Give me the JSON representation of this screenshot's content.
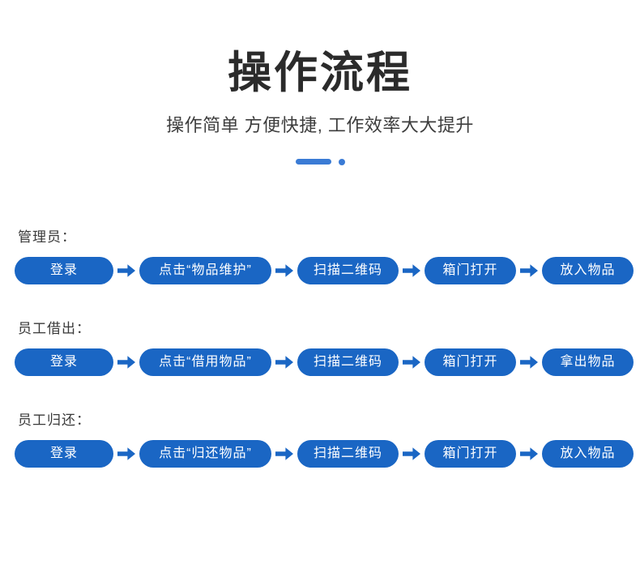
{
  "header": {
    "title": "操作流程",
    "subtitle": "操作简单  方便快捷, 工作效率大大提升",
    "divider": {
      "bar_color": "#3a7bd5",
      "dot_color": "#3a7bd5"
    }
  },
  "theme": {
    "pill_blue": "#1a66c4",
    "arrow_blue": "#1a66c4",
    "title_color": "#2b2b2b",
    "label_color": "#3a3a3a",
    "background": "#ffffff"
  },
  "flows": [
    {
      "label": "管理员：",
      "steps": [
        "登录",
        "点击“物品维护”",
        "扫描二维码",
        "箱门打开",
        "放入物品"
      ]
    },
    {
      "label": "员工借出：",
      "steps": [
        "登录",
        "点击“借用物品”",
        "扫描二维码",
        "箱门打开",
        "拿出物品"
      ]
    },
    {
      "label": "员工归还：",
      "steps": [
        "登录",
        "点击“归还物品”",
        "扫描二维码",
        "箱门打开",
        "放入物品"
      ]
    }
  ],
  "icons": {
    "arrow": "arrow-right-icon"
  }
}
